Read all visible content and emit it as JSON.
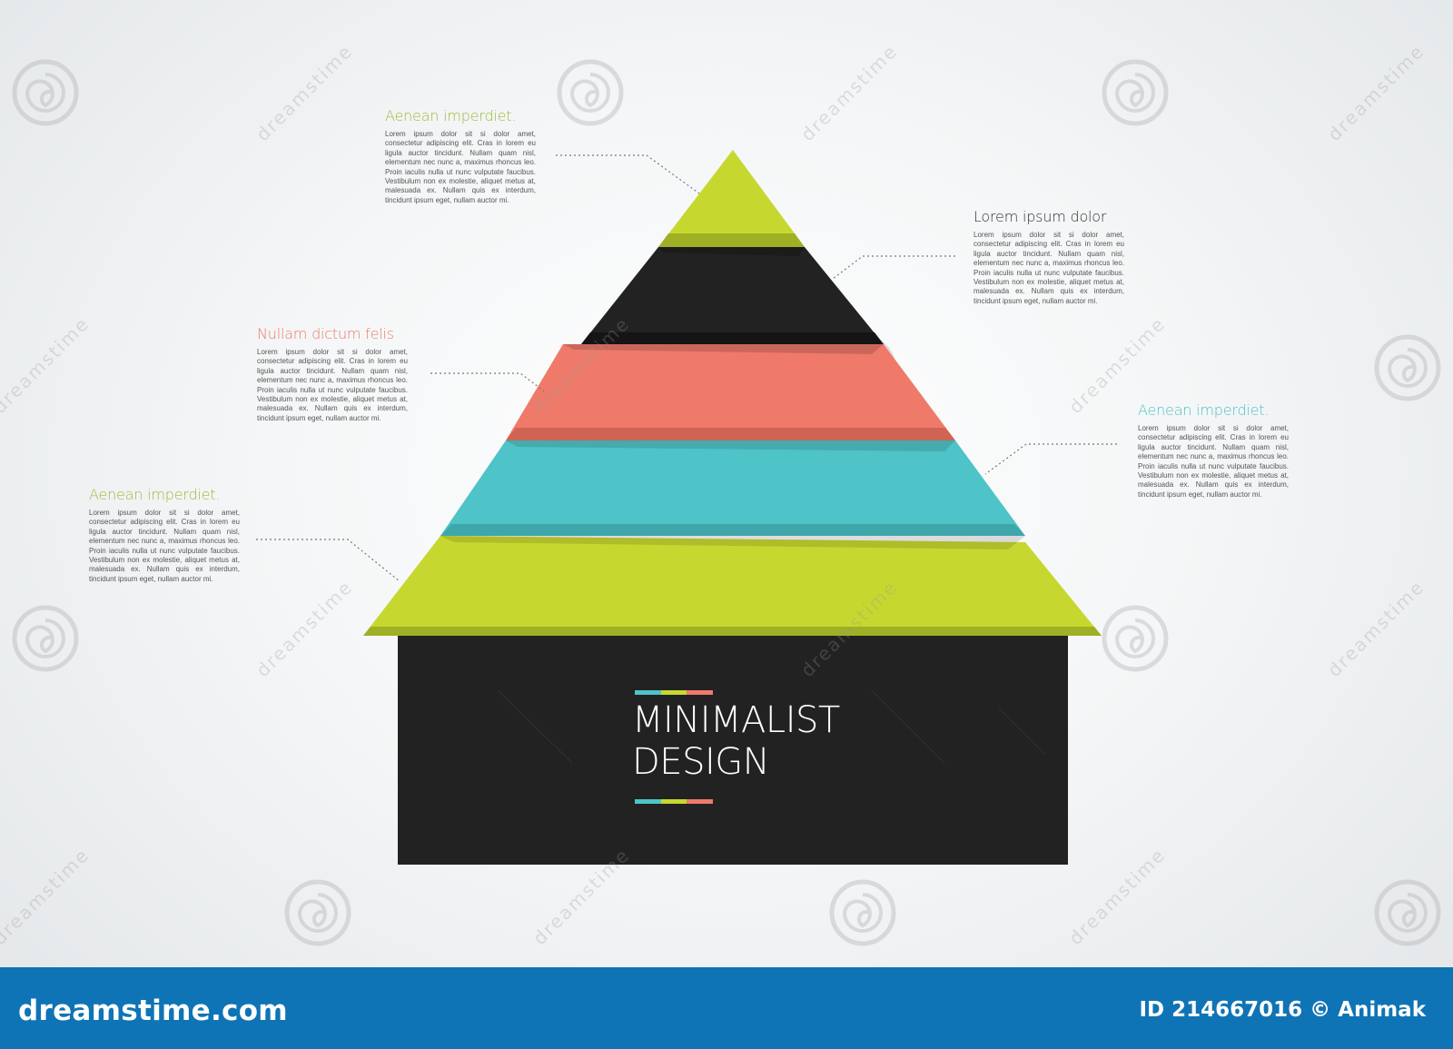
{
  "center": {
    "line1": "MINIMALIST",
    "line2": "DESIGN",
    "bar_colors": [
      "#4ec3c8",
      "#c6d82f",
      "#ef7a6a"
    ]
  },
  "layers": [
    {
      "name": "layer-1",
      "color": "#c6d82f"
    },
    {
      "name": "layer-2",
      "color": "#222222"
    },
    {
      "name": "layer-3",
      "color": "#ef7a6a"
    },
    {
      "name": "layer-4",
      "color": "#4ec3c8"
    },
    {
      "name": "layer-5",
      "color": "#c6d82f"
    }
  ],
  "callouts": [
    {
      "title": "Aenean imperdiet.",
      "color": "#9bbd3a",
      "body": "Lorem ipsum dolor sit si dolor amet, consectetur adipiscing elit. Cras in lorem eu ligula auctor tincidunt. Nullam quam nisl, elementum nec nunc a, maximus rhoncus leo. Proin iaculis nulla ut nunc vulputate faucibus. Vestibulum non ex molestie, aliquet metus at, malesuada ex. Nullam quis ex interdum, tincidunt ipsum eget, nullam auctor mi."
    },
    {
      "title": "Lorem ipsum dolor",
      "color": "#333333",
      "body": "Lorem ipsum dolor sit si dolor amet, consectetur adipiscing elit. Cras in lorem eu ligula auctor tincidunt. Nullam quam nisl, elementum nec nunc a, maximus rhoncus leo. Proin iaculis nulla ut nunc vulputate faucibus. Vestibulum non ex molestie, aliquet metus at, malesuada ex. Nullam quis ex interdum, tincidunt ipsum eget, nullam auctor mi."
    },
    {
      "title": "Nullam dictum felis",
      "color": "#ef7a6a",
      "body": "Lorem ipsum dolor sit si dolor amet, consectetur adipiscing elit. Cras in lorem eu ligula auctor tincidunt. Nullam quam nisl, elementum nec nunc a, maximus rhoncus leo. Proin iaculis nulla ut nunc vulputate faucibus. Vestibulum non ex molestie, aliquet metus at, malesuada ex. Nullam quis ex interdum, tincidunt ipsum eget, nullam auctor mi."
    },
    {
      "title": "Aenean imperdiet.",
      "color": "#4ec3c8",
      "body": "Lorem ipsum dolor sit si dolor amet, consectetur adipiscing elit. Cras in lorem eu ligula auctor tincidunt. Nullam quam nisl, elementum nec nunc a, maximus rhoncus leo. Proin iaculis nulla ut nunc vulputate faucibus. Vestibulum non ex molestie, aliquet metus at, malesuada ex. Nullam quis ex interdum, tincidunt ipsum eget, nullam auctor mi."
    },
    {
      "title": "Aenean imperdiet.",
      "color": "#9bbd3a",
      "body": "Lorem ipsum dolor sit si dolor amet, consectetur adipiscing elit. Cras in lorem eu ligula auctor tincidunt. Nullam quam nisl, elementum nec nunc a, maximus rhoncus leo. Proin iaculis nulla ut nunc vulputate faucibus. Vestibulum non ex molestie, aliquet metus at, malesuada ex. Nullam quis ex interdum, tincidunt ipsum eget, nullam auctor mi."
    }
  ],
  "watermark": {
    "text": "dreamstime",
    "icon": "spiral-icon"
  },
  "footer": {
    "logo": "dreamstime.com",
    "credit": "ID 214667016 © Animak",
    "background": "#0f74b5"
  }
}
